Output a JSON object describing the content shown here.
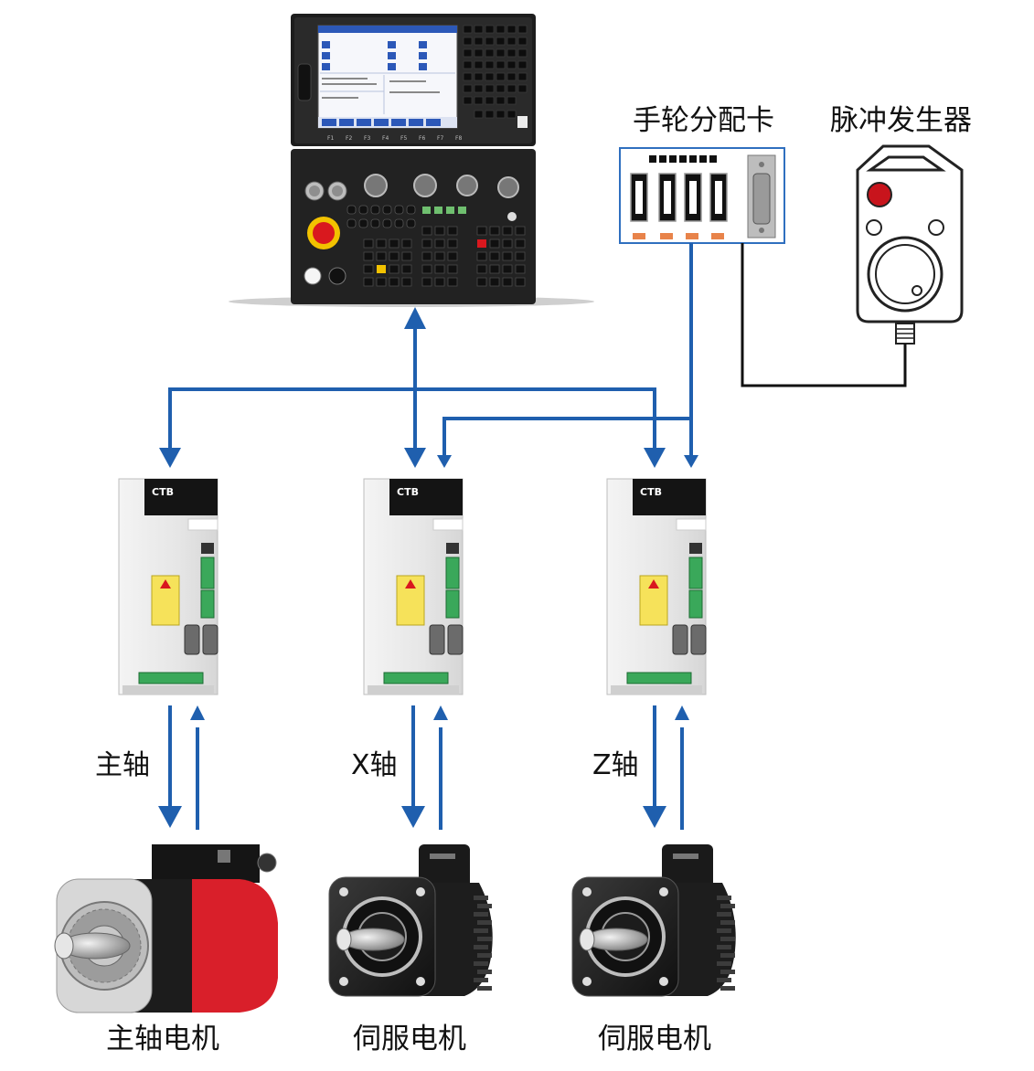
{
  "labels": {
    "handwheel_card": "手轮分配卡",
    "pulse_generator": "脉冲发生器",
    "axis_spindle": "主轴",
    "axis_x": "X轴",
    "axis_z": "Z轴",
    "motor_spindle": "主轴电机",
    "motor_servo_x": "伺服电机",
    "motor_servo_z": "伺服电机"
  },
  "drive_brand": "CTB",
  "controller": {
    "function_keys": [
      "F1",
      "F2",
      "F3",
      "F4",
      "F5",
      "F6",
      "F7",
      "F8"
    ]
  },
  "colors": {
    "arrow_blue": "#1f5fae",
    "wire_black": "#111111",
    "card_border": "#2f6fbf",
    "drive_body": "#e8e8e8",
    "spindle_red": "#d91f2a",
    "estop_red": "#d9181e",
    "estop_yellow": "#f2c200"
  }
}
